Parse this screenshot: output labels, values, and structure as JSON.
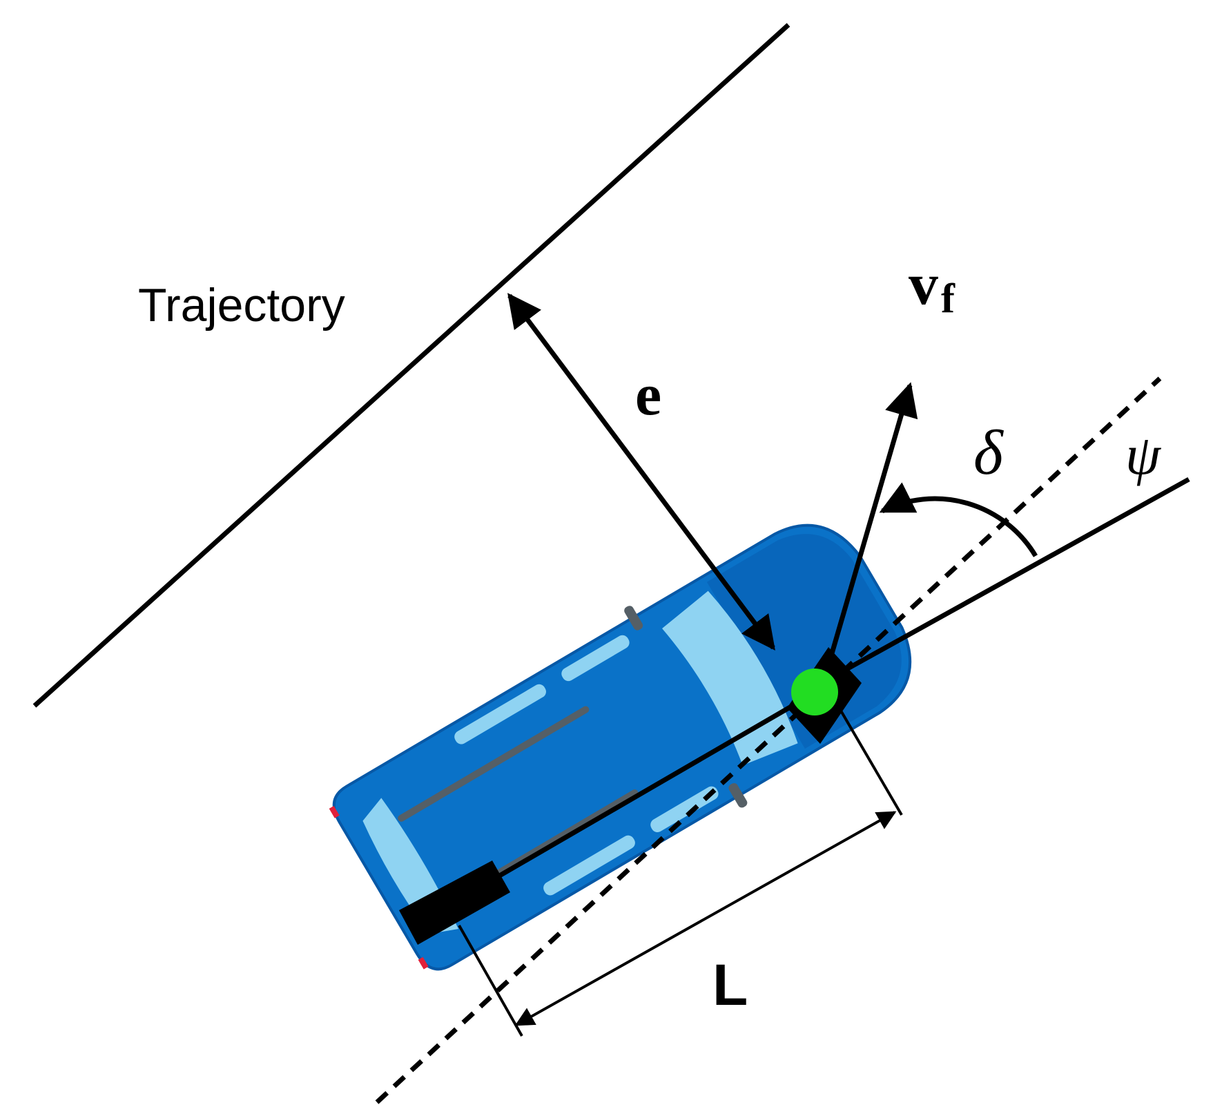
{
  "labels": {
    "trajectory": "Trajectory",
    "error": "e",
    "velocity_main": "v",
    "velocity_sub": "f",
    "steer_angle": "δ",
    "heading_angle": "ψ",
    "wheelbase": "L"
  },
  "colors": {
    "line": "#000000",
    "car_body": "#0a72c8",
    "car_body_dark": "#0658a6",
    "car_glass": "#8fd3f2",
    "car_stripe": "#555f66",
    "front_axle_point": "#22dd22",
    "tail_light": "#e0203a"
  }
}
